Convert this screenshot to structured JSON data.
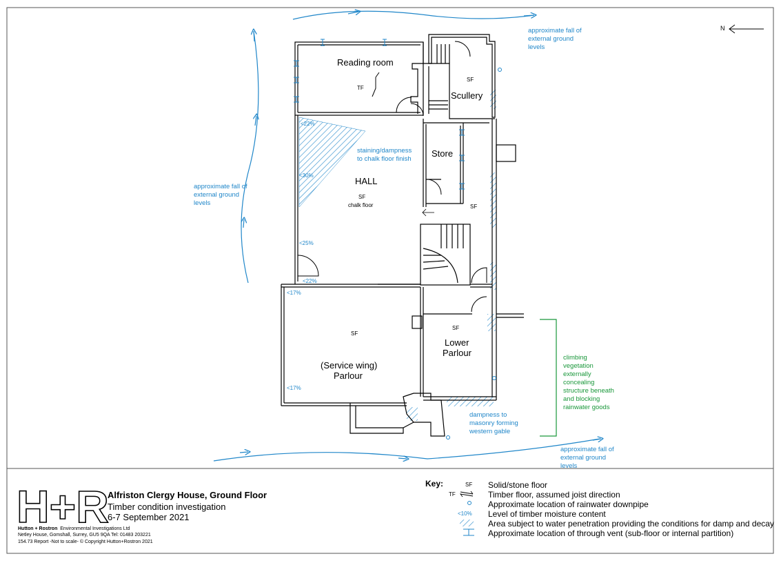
{
  "rooms": {
    "reading_room": "Reading room",
    "scullery": "Scullery",
    "store": "Store",
    "hall": "HALL",
    "lower_parlour_1": "Lower",
    "lower_parlour_2": "Parlour",
    "service_wing_1": "(Service wing)",
    "service_wing_2": "Parlour"
  },
  "floor_codes": {
    "reading_room": "TF",
    "scullery": "SF",
    "hall": "SF",
    "hall_sub": "chalk floor",
    "store_side": "SF",
    "lower_parlour": "SF",
    "service_wing": "SF"
  },
  "moisture": {
    "m1": "<22%",
    "m2": "<30%",
    "m3": "<25%",
    "m4": "<22%",
    "m5": "<17%",
    "m6": "<17%"
  },
  "notes": {
    "fall_top_1": "approximate fall of",
    "fall_top_2": "external ground",
    "fall_top_3": "levels",
    "fall_left_1": "approximate fall of",
    "fall_left_2": "external ground",
    "fall_left_3": "levels",
    "fall_bottom_1": "approximate fall of",
    "fall_bottom_2": "external ground",
    "fall_bottom_3": "levels",
    "staining_1": "staining/dampness",
    "staining_2": "to chalk floor finish",
    "dampness_1": "dampness to",
    "dampness_2": "masonry forming",
    "dampness_3": "western gable",
    "climbing_1": "climbing",
    "climbing_2": "vegetation",
    "climbing_3": "externally",
    "climbing_4": "concealing",
    "climbing_5": "structure beneath",
    "climbing_6": "and blocking",
    "climbing_7": "rainwater goods"
  },
  "north_label": "N",
  "title_block": {
    "logo": "H+R",
    "company_name": "Hutton + Rostron",
    "company_suffix": "Environmental Investigations Ltd",
    "address": "Netley House, Gomshall, Surrey, GU5 9QA   Tel: 01483 203221",
    "report_line": "154.73   Report  -Not to scale-  © Copyright Hutton+Rostron 2021",
    "title": "Alfriston Clergy House, Ground Floor",
    "subtitle": "Timber condition investigation",
    "date": "6-7 September 2021"
  },
  "key": {
    "heading": "Key:",
    "items": [
      {
        "symbol": "SF",
        "label": "Solid/stone floor"
      },
      {
        "symbol": "TF",
        "label": "Timber floor, assumed joist direction"
      },
      {
        "symbol": "o",
        "label": "Approximate location of rainwater downpipe"
      },
      {
        "symbol": "<10%",
        "label": "Level of timber moisture content"
      },
      {
        "symbol": "hatch",
        "label": "Area subject to water penetration providing the conditions for damp and decay"
      },
      {
        "symbol": "vent",
        "label": "Approximate location of through vent (sub-floor or internal partition)"
      }
    ]
  },
  "colors": {
    "annotation_blue": "#1f86c9",
    "annotation_green": "#19973a",
    "wall": "#000000"
  }
}
